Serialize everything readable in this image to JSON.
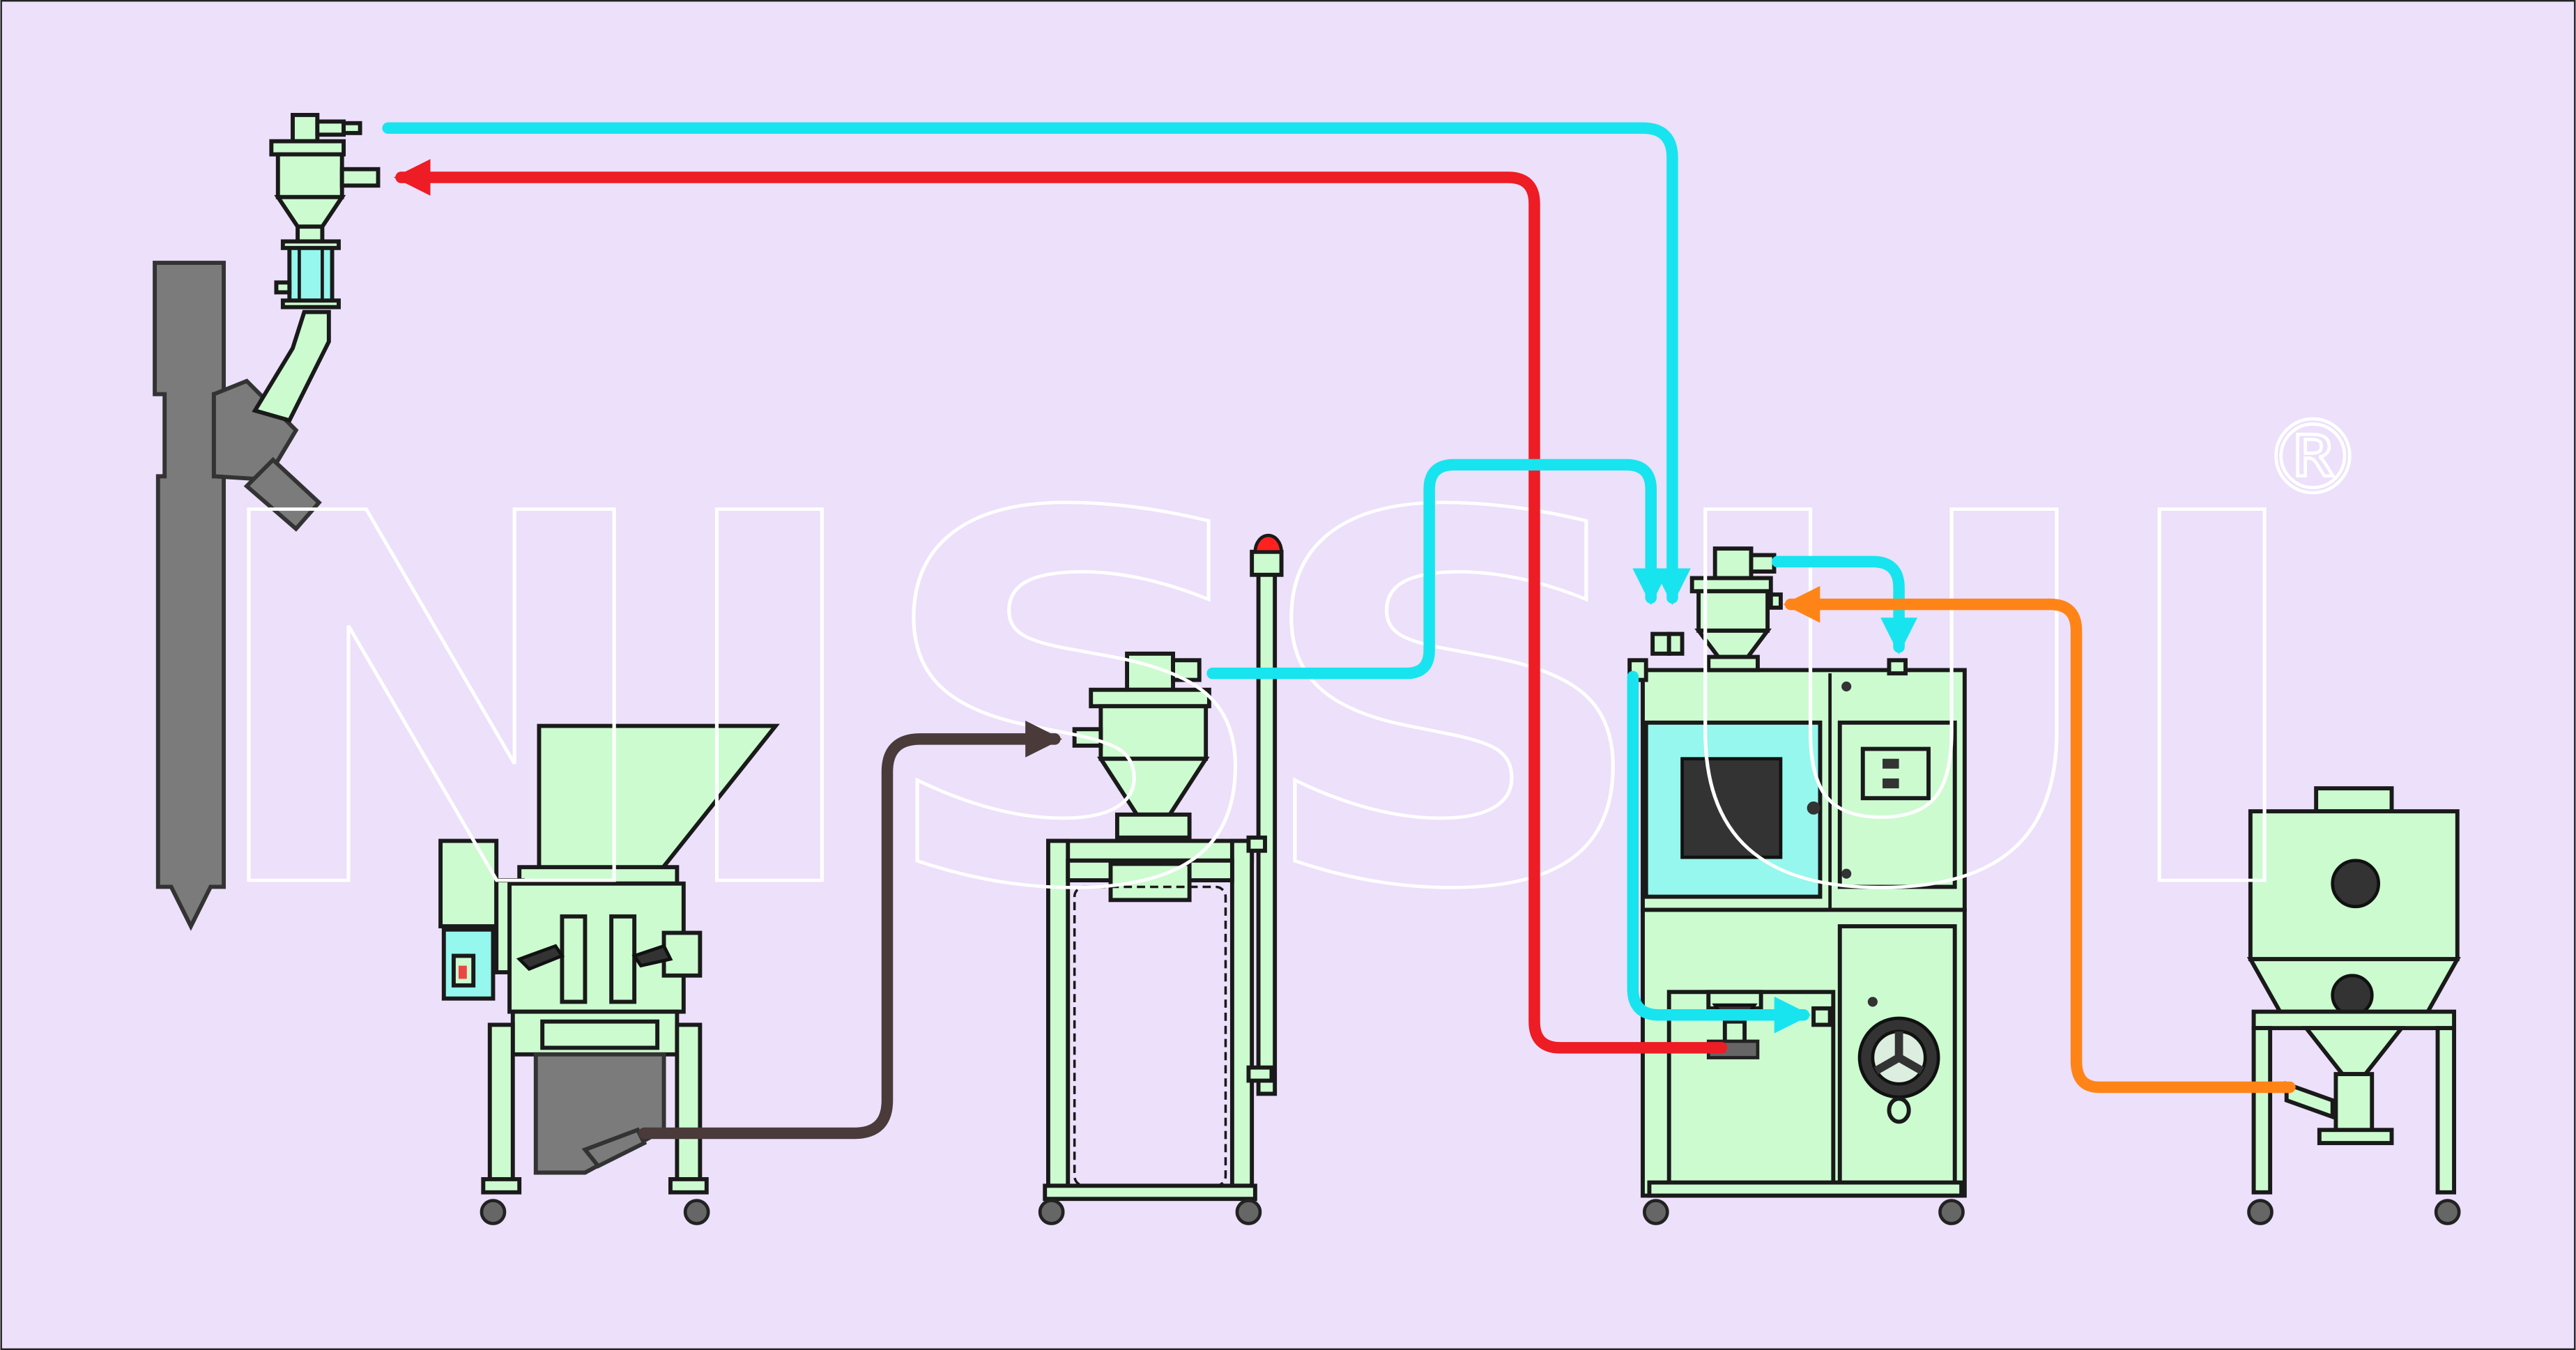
{
  "brand": {
    "name": "NISSUI",
    "registered_mark": "®",
    "outline_color": "#ffffff"
  },
  "colors": {
    "background": "#ece0fb",
    "machine_fill": "#ccfbd0",
    "machine_stroke": "#1a1a1a",
    "cyan_line": "#18e4ef",
    "red_line": "#ee1c24",
    "orange_line": "#ff8418",
    "dark_line": "#4a3a3a",
    "gray_part": "#7b7b7b",
    "alarm_lamp": "#ff2020"
  },
  "equipment": [
    {
      "id": "molding-machine",
      "icon": "injection-molding-machine-icon"
    },
    {
      "id": "granulator",
      "icon": "crusher-icon"
    },
    {
      "id": "collector",
      "icon": "loader-stand-icon"
    },
    {
      "id": "dryer",
      "icon": "dryer-cabinet-icon"
    },
    {
      "id": "material-bin",
      "icon": "hopper-tank-icon"
    }
  ],
  "flow_lines": [
    {
      "id": "cyan-to-dryer",
      "color": "cyan"
    },
    {
      "id": "red-to-hopper",
      "color": "red"
    },
    {
      "id": "cyan-collector-to-dryer",
      "color": "cyan"
    },
    {
      "id": "cyan-dryer-loop",
      "color": "cyan"
    },
    {
      "id": "orange-bin-to-dryer",
      "color": "orange"
    },
    {
      "id": "dark-granulator-to-collector",
      "color": "dark"
    }
  ]
}
